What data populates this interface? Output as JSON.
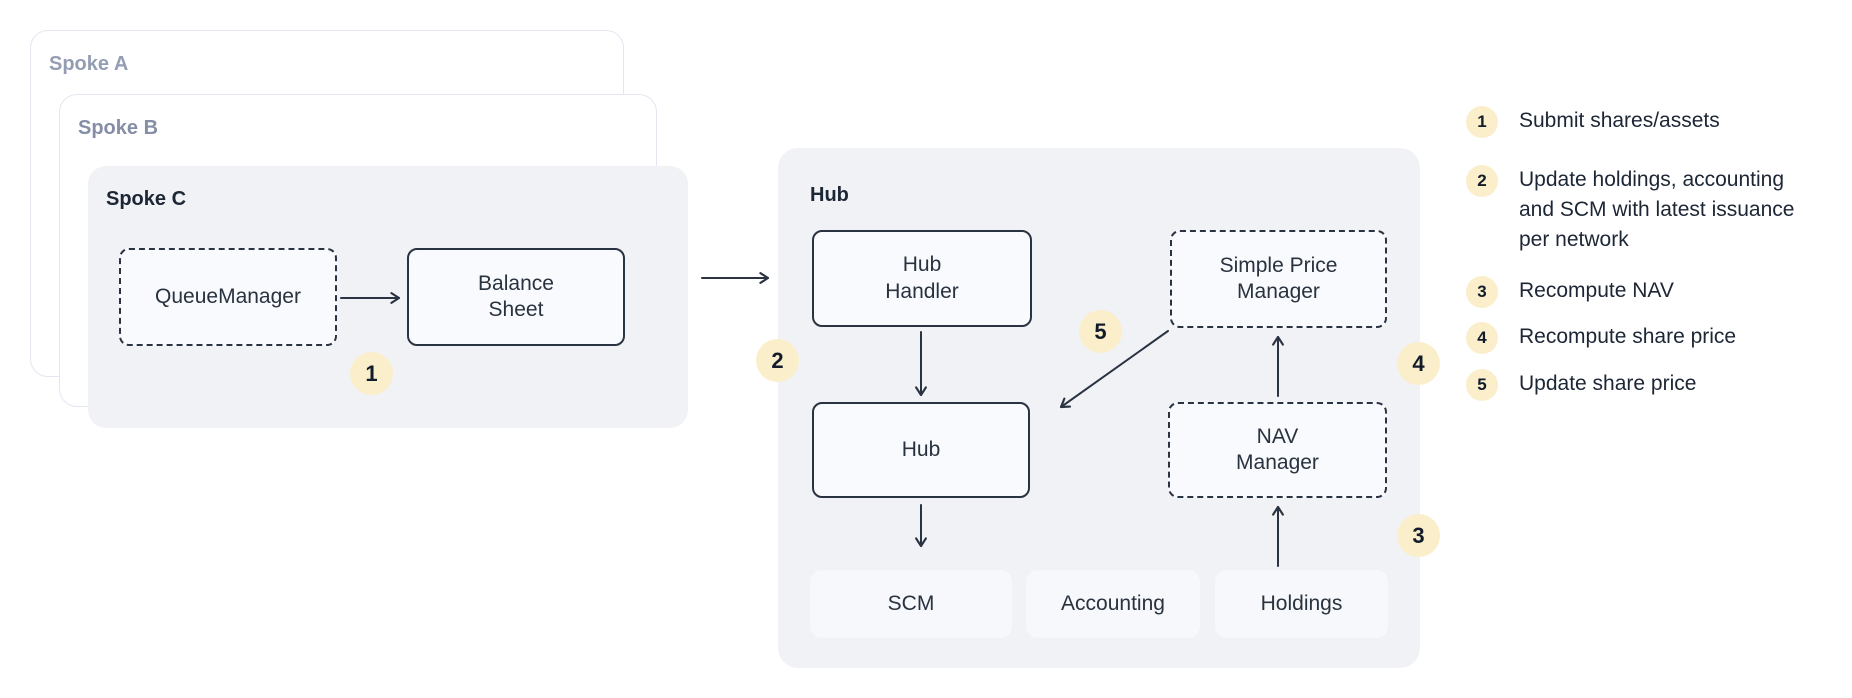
{
  "diagram": {
    "spokes": [
      {
        "title": "Spoke A"
      },
      {
        "title": "Spoke B"
      },
      {
        "title": "Spoke C"
      }
    ],
    "spoke_c_nodes": {
      "queue_manager": "QueueManager",
      "balance_sheet": "Balance\nSheet"
    },
    "hub": {
      "title": "Hub",
      "hub_handler": "Hub\nHandler",
      "hub_node": "Hub",
      "simple_price_manager": "Simple Price\nManager",
      "nav_manager": "NAV\nManager",
      "scm": "SCM",
      "accounting": "Accounting",
      "holdings": "Holdings"
    },
    "step_badges": {
      "b1": "1",
      "b2": "2",
      "b3": "3",
      "b4": "4",
      "b5": "5"
    }
  },
  "legend": {
    "items": [
      {
        "num": "1",
        "text": "Submit shares/assets"
      },
      {
        "num": "2",
        "text": "Update holdings, accounting and SCM with latest issuance per network"
      },
      {
        "num": "3",
        "text": "Recompute NAV"
      },
      {
        "num": "4",
        "text": "Recompute share price"
      },
      {
        "num": "5",
        "text": "Update share price"
      }
    ]
  },
  "colors": {
    "badge_fill": "#fbeecb",
    "badge_text": "#131c2b",
    "panel_fill": "#f1f2f6",
    "node_fill": "#f9fafd",
    "node_border": "#2a3342",
    "tile_fill": "#f7f8fb",
    "arrow": "#2a3342",
    "card_border": "#e3e6f1",
    "text_dark": "#1d2635",
    "text_node": "#29323f",
    "spoke_a_title": "#949db4",
    "spoke_b_title": "#858ea6"
  }
}
